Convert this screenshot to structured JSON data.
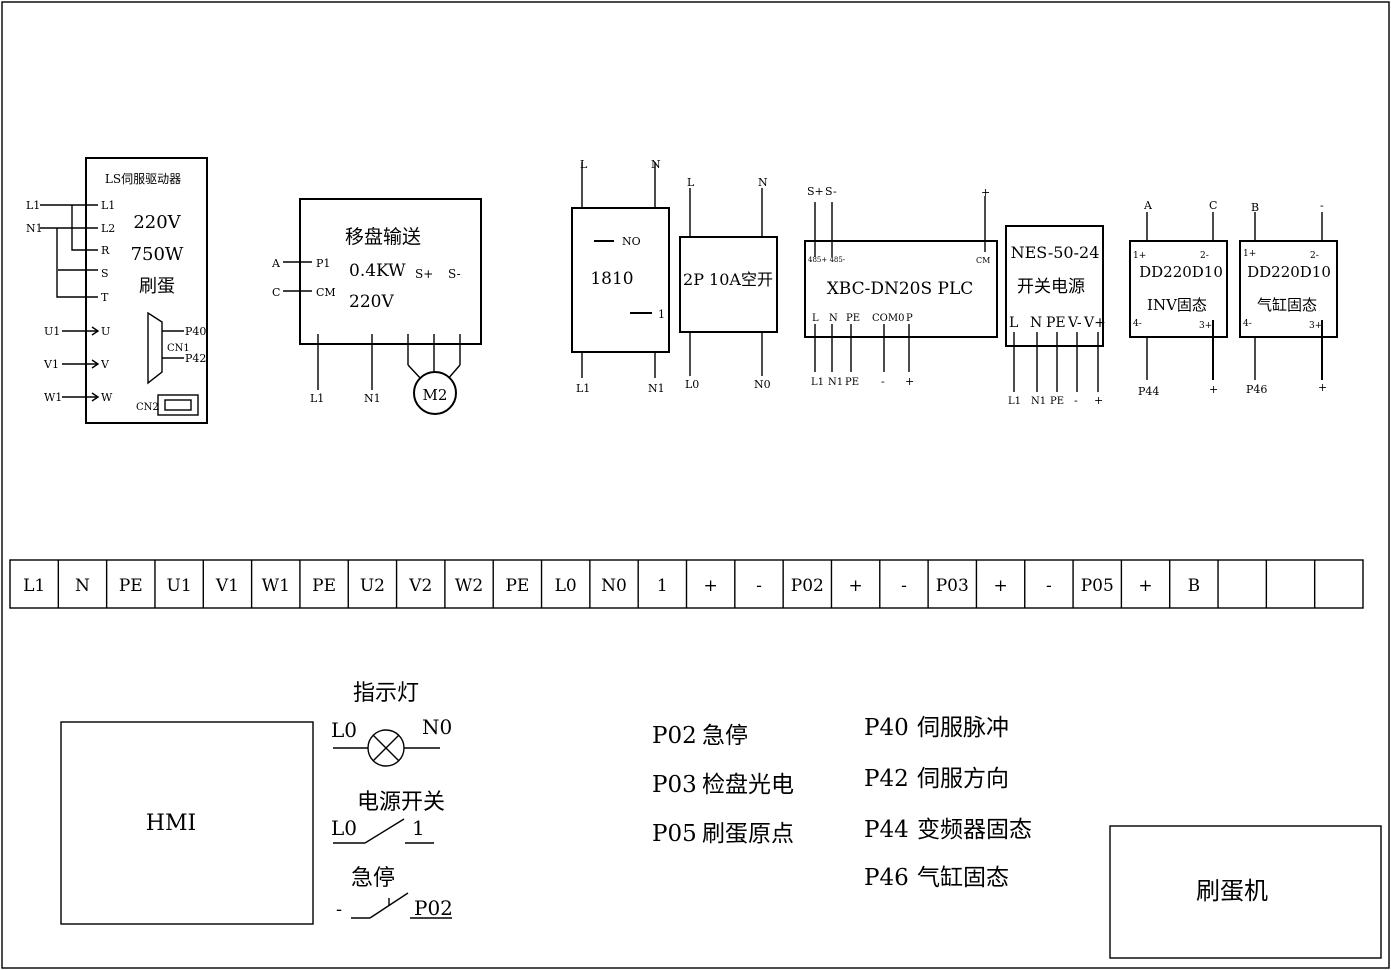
{
  "servo": {
    "title": "LS伺服驱动器",
    "specs": [
      "220V",
      "750W",
      "刷蛋"
    ],
    "ext_left": [
      "L1",
      "N1",
      "U1",
      "V1",
      "W1"
    ],
    "pins": [
      "L1",
      "L2",
      "R",
      "S",
      "T",
      "U",
      "V",
      "W"
    ],
    "cn1": "CN1",
    "cn2": "CN2",
    "p40": "P40",
    "p42": "P42"
  },
  "inverter": {
    "title": "移盘输送",
    "power": "0.4KW",
    "voltage": "220V",
    "in_a": "A",
    "in_c": "C",
    "p1": "P1",
    "cm": "CM",
    "s_plus": "S+",
    "s_minus": "S-",
    "out_l1": "L1",
    "out_n1": "N1",
    "motor": "M2"
  },
  "relay": {
    "label": "1810",
    "top_l": "L",
    "top_n": "N",
    "no": "NO",
    "one": "1",
    "out_l1": "L1",
    "out_n1": "N1"
  },
  "breaker": {
    "label": "2P 10A空开",
    "top_l": "L",
    "top_n": "N",
    "out_l0": "L0",
    "out_n0": "N0"
  },
  "plc": {
    "label": "XBC-DN20S  PLC",
    "s_plus": "S+",
    "s_minus": "S-",
    "rs485": "485+ 485-",
    "cm_top": "+",
    "cm": "CM",
    "terms": [
      "L",
      "N",
      "PE",
      "COM0",
      "P"
    ],
    "bottom": [
      "L1",
      "N1",
      "PE",
      "-",
      "+"
    ]
  },
  "psu": {
    "model": "NES-50-24",
    "label": "开关电源",
    "terms": [
      "L",
      "N",
      "PE",
      "V-",
      "V+"
    ],
    "bottom": [
      "L1",
      "N1",
      "PE",
      "-",
      "+"
    ]
  },
  "ssr1": {
    "model": "DD220D10",
    "label": "INV固态",
    "top_a": "A",
    "top_c": "C",
    "pin1": "1+",
    "pin2": "2-",
    "pin3": "3+",
    "pin4": "4-",
    "out_p": "P44",
    "out_plus": "+"
  },
  "ssr2": {
    "model": "DD220D10",
    "label": "气缸固态",
    "top_b": "B",
    "top_minus": "-",
    "pin1": "1+",
    "pin2": "2-",
    "pin3": "3+",
    "pin4": "4-",
    "out_p": "P46",
    "out_plus": "+"
  },
  "terminal_strip": [
    "L1",
    "N",
    "PE",
    "U1",
    "V1",
    "W1",
    "PE",
    "U2",
    "V2",
    "W2",
    "PE",
    "L0",
    "N0",
    "1",
    "+",
    "-",
    "P02",
    "+",
    "-",
    "P03",
    "+",
    "-",
    "P05",
    "+",
    "B",
    "",
    "",
    ""
  ],
  "hmi": "HMI",
  "indicator": {
    "title": "指示灯",
    "l0": "L0",
    "n0": "N0"
  },
  "power_switch": {
    "title": "电源开关",
    "l0": "L0",
    "one": "1"
  },
  "estop": {
    "title": "急停",
    "dash": "-",
    "p02": "P02"
  },
  "legend_left": [
    {
      "code": "P02",
      "desc": "急停"
    },
    {
      "code": "P03",
      "desc": "检盘光电"
    },
    {
      "code": "P05",
      "desc": "刷蛋原点"
    }
  ],
  "legend_right": [
    {
      "code": "P40",
      "desc": "伺服脉冲"
    },
    {
      "code": "P42",
      "desc": "伺服方向"
    },
    {
      "code": "P44",
      "desc": "变频器固态"
    },
    {
      "code": "P46",
      "desc": "气缸固态"
    }
  ],
  "machine": "刷蛋机"
}
